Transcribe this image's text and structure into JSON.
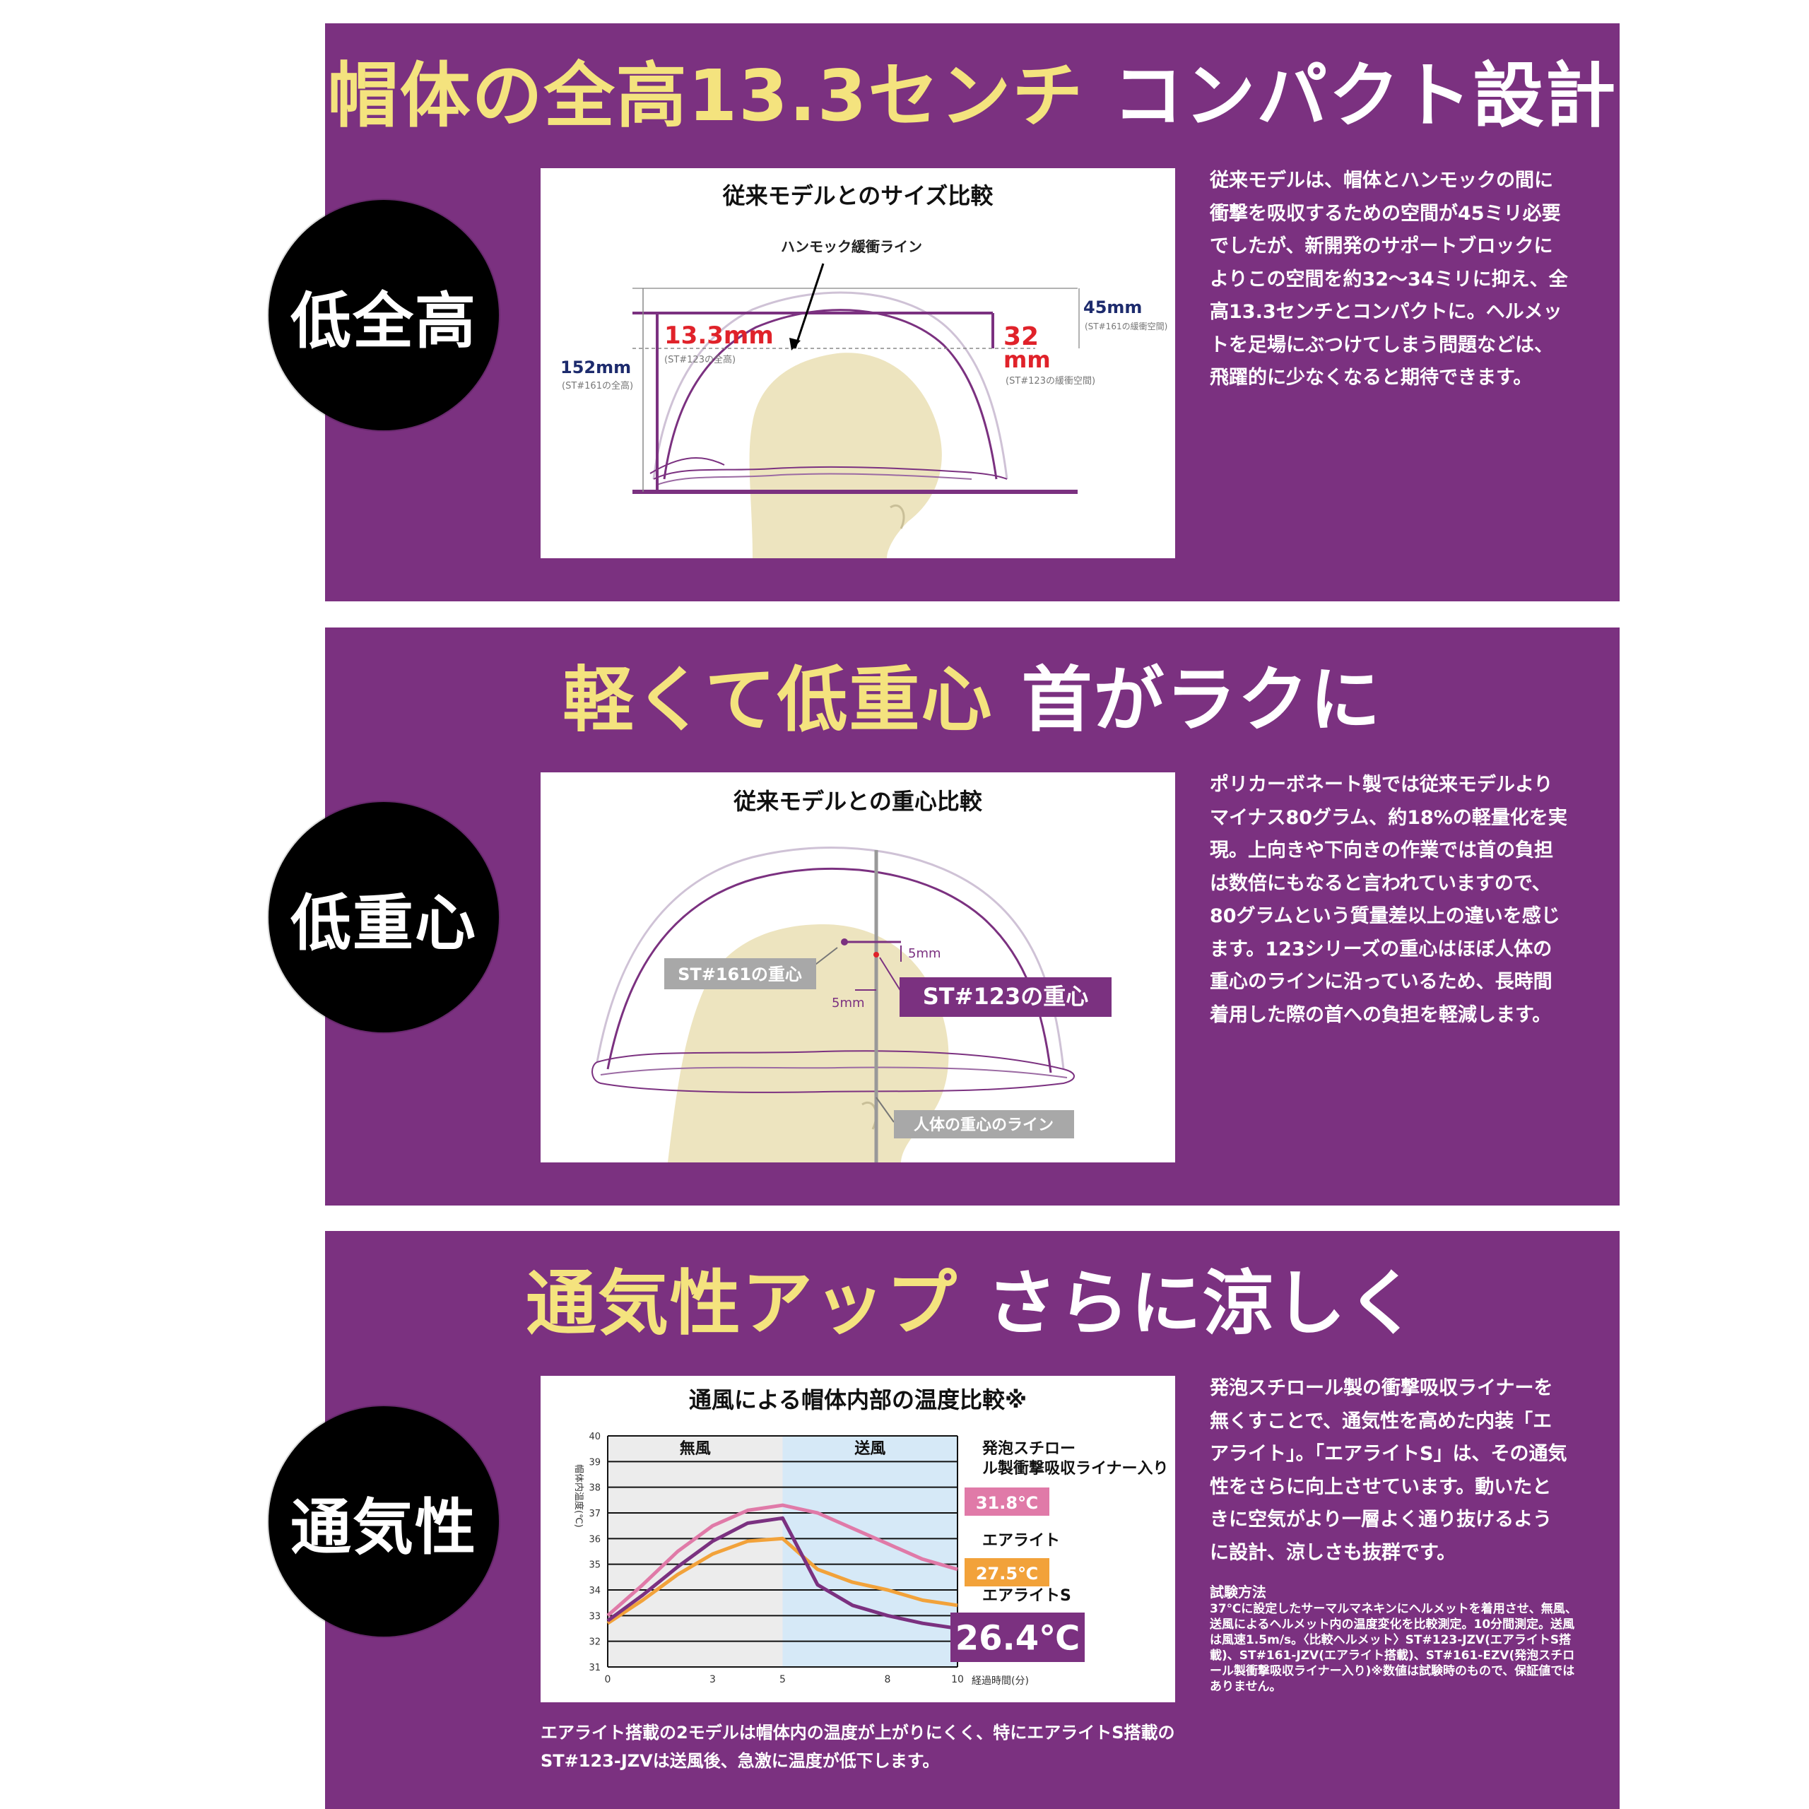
{
  "section1": {
    "heading_yellow": "帽体の全高13.3センチ",
    "heading_white": "コンパクト設計",
    "badge": "低全高",
    "figure_title": "従来モデルとのサイズ比較",
    "callout_line": "ハンモック緩衝ライン",
    "dim_133": "13.3mm",
    "dim_133_sub": "(ST#123の全高)",
    "dim_152": "152mm",
    "dim_152_sub": "(ST#161の全高)",
    "dim_45": "45mm",
    "dim_45_sub": "(ST#161の緩衝空間)",
    "dim_32a": "32",
    "dim_32b": "mm",
    "dim_32_sub": "(ST#123の緩衝空間)",
    "description": "従来モデルは、帽体とハンモックの間に衝撃を吸収するための空間が45ミリ必要でしたが、新開発のサポートブロックによりこの空間を約32〜34ミリに抑え、全高13.3センチとコンパクトに。ヘルメットを足場にぶつけてしまう問題などは、飛躍的に少なくなると期待できます。"
  },
  "section2": {
    "heading_yellow": "軽くて低重心",
    "heading_white": "首がラクに",
    "badge": "低重心",
    "figure_title": "従来モデルとの重心比較",
    "label_161": "ST#161の重心",
    "label_123": "ST#123の重心",
    "label_5mm_a": "5mm",
    "label_5mm_b": "5mm",
    "label_body_line": "人体の重心のライン",
    "description": "ポリカーボネート製では従来モデルよりマイナス80グラム、約18%の軽量化を実現。上向きや下向きの作業では首の負担は数倍にもなると言われていますので、80グラムという質量差以上の違いを感じます。123シリーズの重心はほぼ人体の重心のラインに沿っているため、長時間着用した際の首への負担を軽減します。"
  },
  "section3": {
    "heading_yellow": "通気性アップ",
    "heading_white": "さらに涼しく",
    "badge": "通気性",
    "description": "発泡スチロール製の衝撃吸収ライナーを無くすことで、通気性を高めた内装「エアライト」。「エアライトS」は、その通気性をさらに向上させています。動いたときに空気がより一層よく通り抜けるように設計、涼しさも抜群です。",
    "caption": "エアライト搭載の2モデルは帽体内の温度が上がりにくく、特にエアライトS搭載のST#123-JZVは送風後、急激に温度が低下します。",
    "test_title": "試験方法",
    "test_body": "37℃に設定したサーマルマネキンにヘルメットを着用させ、無風、送風によるヘルメット内の温度変化を比較測定。10分間測定。送風は風速1.5m/s。〈比較ヘルメット〉ST#123-JZV(エアライトS搭載)、ST#161-JZV(エアライト搭載)、ST#161-EZV(発泡スチロール製衝撃吸収ライナー入り)※数値は試験時のもので、保証値ではありません。"
  },
  "chart_data": {
    "type": "line",
    "title": "通風による帽体内部の温度比較※",
    "ylabel": "帽体内温度(℃)",
    "xlabel": "経過時間(分)",
    "x_ticks": [
      0,
      3,
      5,
      8,
      10
    ],
    "y_ticks": [
      31,
      32,
      33,
      34,
      35,
      36,
      37,
      38,
      39,
      40
    ],
    "xlim": [
      0,
      10
    ],
    "ylim": [
      31,
      40
    ],
    "region_labels": [
      "無風",
      "送風"
    ],
    "region_split": 5,
    "series": [
      {
        "name": "発泡スチロール製衝撃吸収ライナー入り",
        "end_label": "31.8℃",
        "color": "#e07aa8",
        "x": [
          0,
          1,
          2,
          3,
          4,
          5,
          6,
          7,
          8,
          9,
          10
        ],
        "y": [
          33.0,
          34.2,
          35.5,
          36.5,
          37.1,
          37.3,
          37.0,
          36.4,
          35.8,
          35.2,
          34.8
        ]
      },
      {
        "name": "エアライト",
        "end_label": "27.5℃",
        "color": "#f2a23a",
        "x": [
          0,
          1,
          2,
          3,
          4,
          5,
          6,
          7,
          8,
          9,
          10
        ],
        "y": [
          32.7,
          33.6,
          34.6,
          35.4,
          35.9,
          36.0,
          34.8,
          34.3,
          34.0,
          33.6,
          33.4
        ]
      },
      {
        "name": "エアライトS",
        "end_label": "26.4℃",
        "color": "#7b3180",
        "x": [
          0,
          1,
          2,
          3,
          4,
          5,
          6,
          7,
          8,
          9,
          10
        ],
        "y": [
          32.8,
          33.8,
          34.9,
          35.9,
          36.6,
          36.8,
          34.2,
          33.4,
          33.0,
          32.7,
          32.5
        ]
      }
    ]
  }
}
